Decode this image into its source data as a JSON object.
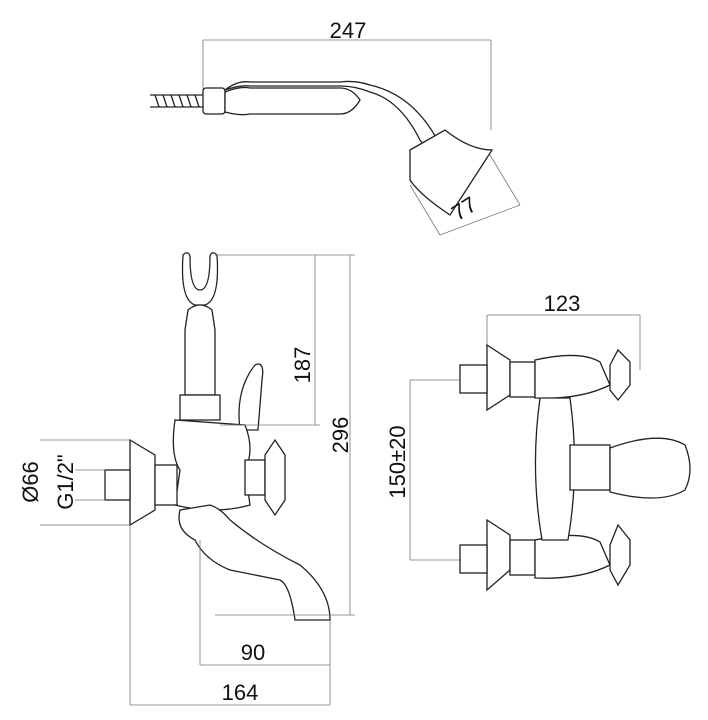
{
  "dimensions": {
    "hand_shower_length": "247",
    "hand_shower_head_diameter": "77",
    "holder_height": "187",
    "total_height": "296",
    "wall_plate_diameter": "Ø66",
    "thread": "G1/2\"",
    "spout_projection": "90",
    "total_projection": "164",
    "handle_width": "123",
    "center_distance": "150±20"
  }
}
